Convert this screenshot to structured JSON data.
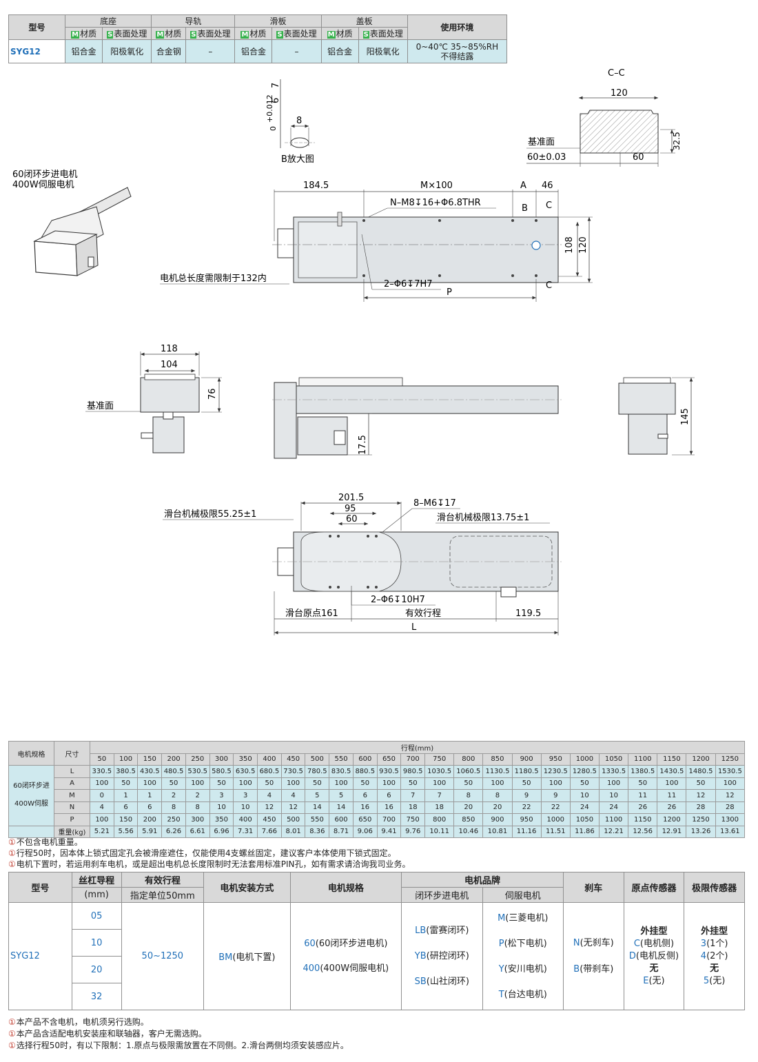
{
  "spec_table": {
    "headers": {
      "model": "型号",
      "base": "底座",
      "rail": "导轨",
      "slide": "滑板",
      "cover": "盖板",
      "env": "使用环境",
      "material": "材质",
      "surface": "表面处理",
      "m_badge": "M",
      "s_badge": "S"
    },
    "row": {
      "model": "SYG12",
      "base_material": "铝合金",
      "base_surface": "阳极氧化",
      "rail_material": "合金钢",
      "rail_surface": "–",
      "slide_material": "铝合金",
      "slide_surface": "–",
      "cover_material": "铝合金",
      "cover_surface": "阳极氧化",
      "env_line1": "0~40℃  35~85%RH",
      "env_line2": "不得结露"
    }
  },
  "drawing": {
    "b_tol": "+0.012",
    "b_tol0": "0",
    "b_dia": "6",
    "b_depth": "7",
    "b_width": "8",
    "b_label": "B放大图",
    "cc_label": "C–C",
    "cc_120": "120",
    "cc_325": "32.5",
    "cc_ref": "基准面",
    "cc_60tol": "60±0.03",
    "cc_60": "60",
    "motor_label1": "60闭环步进电机",
    "motor_label2": "400W伺服电机",
    "top_1845": "184.5",
    "top_m100": "M×100",
    "top_a": "A",
    "top_46": "46",
    "top_nm8": "N–M8",
    "top_nm8b": "16+Φ6.8THR",
    "top_b": "B",
    "top_c": "C",
    "top_108": "108",
    "top_120": "120",
    "top_limit": "电机总长度需限制于132内",
    "top_phi6": "2–Φ6",
    "top_phi6b": "7H7",
    "top_p": "P",
    "top_c2": "C",
    "end_118": "118",
    "end_104": "104",
    "end_76": "76",
    "end_ref": "基准面",
    "side_175": "17.5",
    "right_145": "145",
    "bot_2015": "201.5",
    "bot_95": "95",
    "bot_60": "60",
    "bot_m6": "8–M6",
    "bot_m6b": "17",
    "bot_lim_left": "滑台机械极限55.25±1",
    "bot_lim_right": "滑台机械极限13.75±1",
    "bot_phi6": "2–Φ6",
    "bot_phi6b": "10H7",
    "bot_origin": "滑台原点161",
    "bot_stroke": "有效行程",
    "bot_1195": "119.5",
    "bot_l": "L"
  },
  "dim_table": {
    "h_motor": "电机规格",
    "h_size": "尺寸",
    "h_stroke": "行程(mm)",
    "strokes": [
      "50",
      "100",
      "150",
      "200",
      "250",
      "300",
      "350",
      "400",
      "450",
      "500",
      "550",
      "600",
      "650",
      "700",
      "750",
      "800",
      "850",
      "900",
      "950",
      "1000",
      "1050",
      "1100",
      "1150",
      "1200",
      "1250"
    ],
    "motor1": "60闭环步进",
    "motor2": "400W伺服",
    "rows": [
      {
        "label": "L",
        "values": [
          "330.5",
          "380.5",
          "430.5",
          "480.5",
          "530.5",
          "580.5",
          "630.5",
          "680.5",
          "730.5",
          "780.5",
          "830.5",
          "880.5",
          "930.5",
          "980.5",
          "1030.5",
          "1060.5",
          "1130.5",
          "1180.5",
          "1230.5",
          "1280.5",
          "1330.5",
          "1380.5",
          "1430.5",
          "1480.5",
          "1530.5"
        ]
      },
      {
        "label": "A",
        "values": [
          "100",
          "50",
          "100",
          "50",
          "100",
          "50",
          "100",
          "50",
          "100",
          "50",
          "100",
          "50",
          "100",
          "50",
          "100",
          "50",
          "100",
          "50",
          "100",
          "50",
          "100",
          "50",
          "100",
          "50",
          "100"
        ]
      },
      {
        "label": "M",
        "values": [
          "0",
          "1",
          "1",
          "2",
          "2",
          "3",
          "3",
          "4",
          "4",
          "5",
          "5",
          "6",
          "6",
          "7",
          "7",
          "8",
          "8",
          "9",
          "9",
          "10",
          "10",
          "11",
          "11",
          "12",
          "12"
        ]
      },
      {
        "label": "N",
        "values": [
          "4",
          "6",
          "6",
          "8",
          "8",
          "10",
          "10",
          "12",
          "12",
          "14",
          "14",
          "16",
          "16",
          "18",
          "18",
          "20",
          "20",
          "22",
          "22",
          "24",
          "24",
          "26",
          "26",
          "28",
          "28"
        ]
      },
      {
        "label": "P",
        "values": [
          "100",
          "150",
          "200",
          "250",
          "300",
          "350",
          "400",
          "450",
          "500",
          "550",
          "600",
          "650",
          "700",
          "750",
          "800",
          "850",
          "900",
          "950",
          "1000",
          "1050",
          "1100",
          "1150",
          "1200",
          "1250",
          "1300"
        ]
      }
    ],
    "weight_label": "重量(kg)",
    "weights": [
      "5.21",
      "5.56",
      "5.91",
      "6.26",
      "6.61",
      "6.96",
      "7.31",
      "7.66",
      "8.01",
      "8.36",
      "8.71",
      "9.06",
      "9.41",
      "9.76",
      "10.11",
      "10.46",
      "10.81",
      "11.16",
      "11.51",
      "11.86",
      "12.21",
      "12.56",
      "12.91",
      "13.26",
      "13.61"
    ]
  },
  "notes1": [
    "不包含电机重量。",
    "行程50时，因本体上锁式固定孔会被滑座遮住，仅能使用4支螺丝固定，建议客户本体使用下锁式固定。",
    "电机下置时，若运用刹车电机，或是超出电机总长度限制时无法套用标准PIN孔，如有需求请洽询我司业务。"
  ],
  "order_table": {
    "h_model": "型号",
    "h_lead": "丝杠导程",
    "h_lead_unit": "(mm)",
    "h_stroke": "有效行程",
    "h_stroke_unit": "指定单位50mm",
    "h_mount": "电机安装方式",
    "h_spec": "电机规格",
    "h_brand": "电机品牌",
    "h_brand_step": "闭环步进电机",
    "h_brand_servo": "伺服电机",
    "h_brake": "刹车",
    "h_origin": "原点传感器",
    "h_limit": "极限传感器",
    "model": "SYG12",
    "leads": [
      "05",
      "10",
      "20",
      "32"
    ],
    "stroke": "50~1250",
    "mount_code": "BM",
    "mount_text": "(电机下置)",
    "spec": [
      {
        "code": "60",
        "text": "(60闭环步进电机)"
      },
      {
        "code": "400",
        "text": "(400W伺服电机)"
      }
    ],
    "step_brands": [
      {
        "code": "LB",
        "text": "(雷赛闭环)"
      },
      {
        "code": "YB",
        "text": "(研控闭环)"
      },
      {
        "code": "SB",
        "text": "(山社闭环)"
      }
    ],
    "servo_brands": [
      {
        "code": "M",
        "text": "(三菱电机)"
      },
      {
        "code": "P",
        "text": "(松下电机)"
      },
      {
        "code": "Y",
        "text": "(安川电机)"
      },
      {
        "code": "T",
        "text": "(台达电机)"
      }
    ],
    "brake": [
      {
        "code": "N",
        "text": "(无刹车)"
      },
      {
        "code": "B",
        "text": "(带刹车)"
      }
    ],
    "origin_title": "外挂型",
    "origin": [
      {
        "code": "C",
        "text": "(电机侧)"
      },
      {
        "code": "D",
        "text": "(电机反侧)"
      }
    ],
    "origin_none": "无",
    "origin_e": {
      "code": "E",
      "text": "(无)"
    },
    "limit_title": "外挂型",
    "limit": [
      {
        "code": "3",
        "text": "(1个)"
      },
      {
        "code": "4",
        "text": "(2个)"
      }
    ],
    "limit_none": "无",
    "limit_5": {
      "code": "5",
      "text": "(无)"
    }
  },
  "notes2": [
    "本产品不含电机，电机须另行选购。",
    "本产品含适配电机安装座和联轴器，客户无需选购。",
    "选择行程50时，有以下限制：1.原点与极限需放置在不同侧。2.滑台两侧均须安装感应片。"
  ],
  "note_bullet": "①"
}
